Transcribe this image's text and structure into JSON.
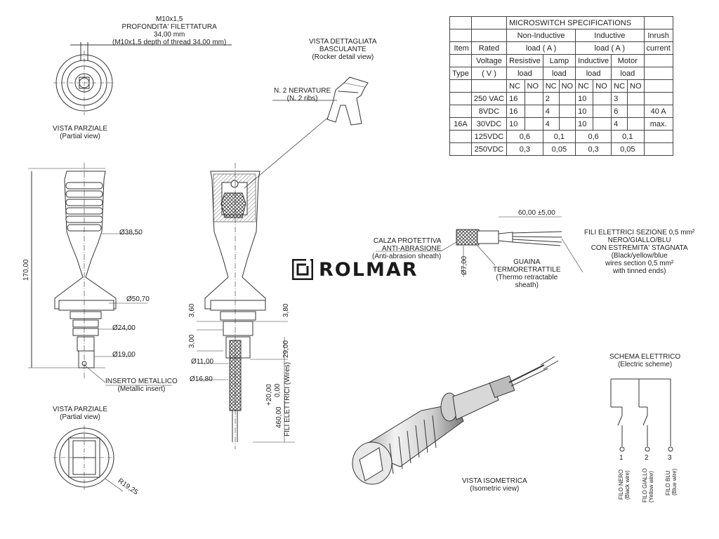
{
  "thread": {
    "line1": "M10x1,5",
    "line2": "PROFONDITA' FILETTATURA",
    "line3": "34,00 mm",
    "line4": "(M10x1,5 depth of thread 34,00 mm)"
  },
  "partial_view_top": {
    "title": "VISTA PARZIALE",
    "subtitle": "(Partial view)"
  },
  "partial_view_bottom": {
    "title": "VISTA PARZIALE",
    "subtitle": "(Partial view)",
    "radius": "R19,25"
  },
  "rocker_detail": {
    "title": "VISTA DETTAGLIATA",
    "title2": "BASCULANTE",
    "subtitle": "(Rocker detail view)"
  },
  "ribs": {
    "label": "N. 2 NERVATURE",
    "sub": "(N. 2 ribs)"
  },
  "dims": {
    "overall": "170,00",
    "d1": "Ø38,50",
    "d2": "Ø50,70",
    "d3": "Ø24,00",
    "d4": "Ø19,00",
    "h1": "3,60",
    "h2": "3,00",
    "h3": "3,80",
    "h4": "29,00",
    "d5": "Ø11,00",
    "d6": "Ø16,80",
    "wire_length": "460,00",
    "wire_tol_plus": "+20,00",
    "wire_tol_minus": "0,00",
    "wire_label": "FILI ELETTRICI (Wires)",
    "cable_length": "60,00 ±5,00",
    "cable_dia": "Ø7,00"
  },
  "metal_insert": {
    "label": "INSERTO METALLICO",
    "sub": "(Metallic insert)"
  },
  "sheath": {
    "label": "CALZA PROTETTIVA",
    "label2": "ANTI-ABRASIONE",
    "sub": "(Anti-abrasion sheath)"
  },
  "heat_sheath": {
    "label": "GUAINA",
    "label2": "TERMORETRATTILE",
    "sub": "(Thermo retractable",
    "sub2": "sheath)"
  },
  "wires_note": {
    "l1": "FILI ELETTRICI SEZIONE 0,5 mm²",
    "l2": "NERO/GIALLO/BLU",
    "l3": "CON ESTREMITA' STAGNATA",
    "l4": "(Black/yellow/blue",
    "l5": "wires section 0,5 mm²",
    "l6": "with tinned ends)"
  },
  "brand": {
    "name": "ROLMAR",
    "color": "#1a1a1a"
  },
  "isometric": {
    "title": "VISTA ISOMETRICA",
    "subtitle": "(Isometric view)"
  },
  "scheme": {
    "title": "SCHEMA ELETTRICO",
    "subtitle": "(Electric scheme)",
    "terminals": [
      "1",
      "2",
      "3"
    ],
    "wires": [
      {
        "it": "FILO NERO",
        "en": "(Black wire)"
      },
      {
        "it": "FILO GIALLO",
        "en": "(Yellow wire)"
      },
      {
        "it": "FILO BLU",
        "en": "(Blue wire)"
      }
    ]
  },
  "table": {
    "title": "MICROSWITCH SPECIFICATIONS",
    "h_non_inductive": "Non-Inductive",
    "h_inductive": "Inductive",
    "h_inrush": "Inrush",
    "h_item": "Item",
    "h_rated": "Rated",
    "h_load_a1": "load ( A )",
    "h_load_a2": "load ( A )",
    "h_current": "current",
    "h_voltage": "Voltage",
    "h_resistive": "Resistive",
    "h_lamp": "Lamp",
    "h_inductive2": "Inductive",
    "h_motor": "Motor",
    "h_type": "Type",
    "h_v": "( V )",
    "h_load1": "load",
    "h_load2": "load",
    "h_load3": "load",
    "h_load4": "load",
    "nc": "NC",
    "no": "NO",
    "type": "16A",
    "r1": {
      "v": "250 VAC",
      "res_nc": "16",
      "lamp_nc": "2",
      "ind_nc": "10",
      "mot_nc": "3"
    },
    "r2": {
      "v": "8VDC",
      "res_nc": "16",
      "lamp_nc": "4",
      "ind_nc": "10",
      "mot_nc": "6",
      "inrush": "40 A"
    },
    "r3": {
      "v": "30VDC",
      "res_nc": "10",
      "lamp_nc": "4",
      "ind_nc": "10",
      "mot_nc": "4",
      "inrush": "max."
    },
    "r4": {
      "v": "125VDC",
      "res": "0,6",
      "lamp": "0,1",
      "ind": "0,6",
      "mot": "0,1"
    },
    "r5": {
      "v": "250VDC",
      "res": "0,3",
      "lamp": "0,05",
      "ind": "0,3",
      "mot": "0,05"
    }
  }
}
